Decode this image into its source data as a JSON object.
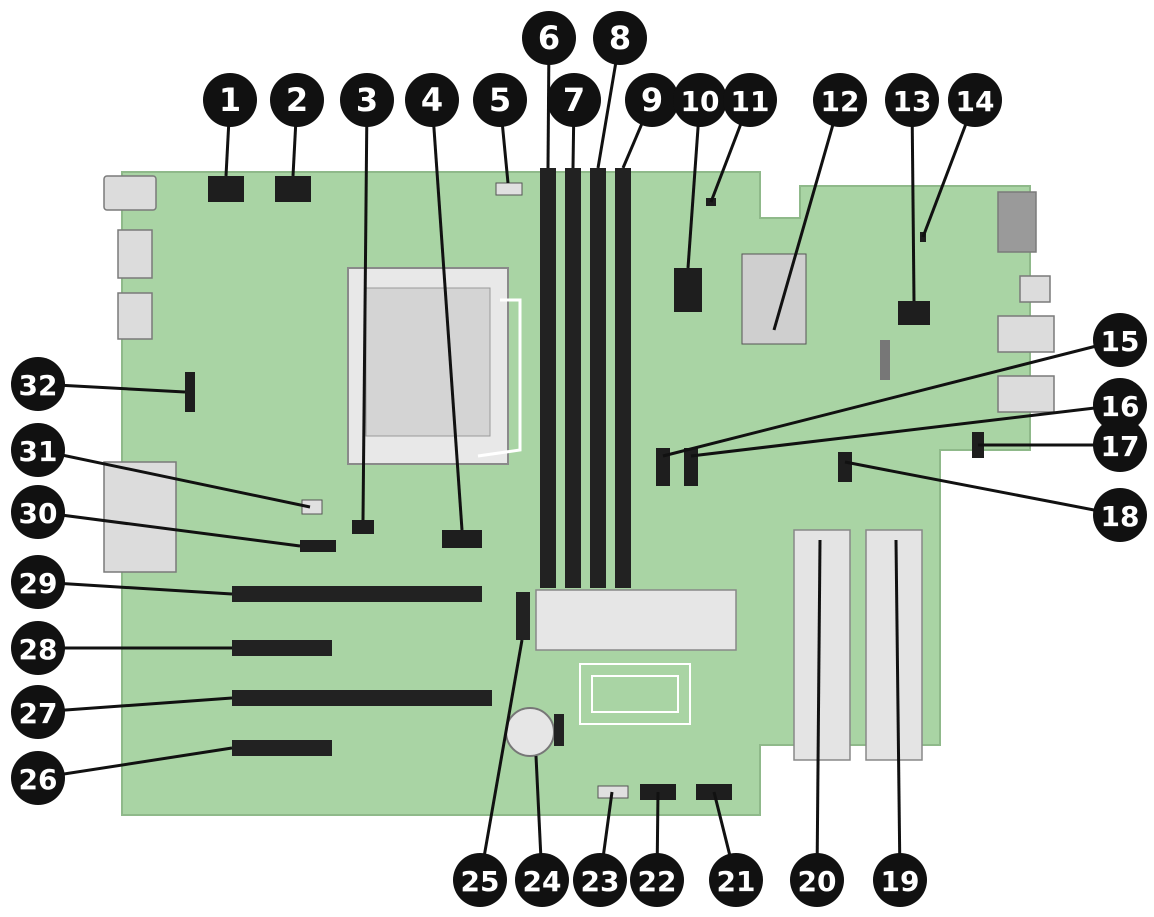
{
  "colors": {
    "board": "#a9d4a4",
    "board_edge": "#8fb98a",
    "component_dark": "#1e1e1e",
    "component_grey": "#cfcfcf",
    "callout_fill": "#111111",
    "callout_text": "#ffffff",
    "leader": "#111111"
  },
  "callouts": [
    "1",
    "2",
    "3",
    "4",
    "5",
    "6",
    "7",
    "8",
    "9",
    "10",
    "11",
    "12",
    "13",
    "14",
    "15",
    "16",
    "17",
    "18",
    "19",
    "20",
    "21",
    "22",
    "23",
    "24",
    "25",
    "26",
    "27",
    "28",
    "29",
    "30",
    "31",
    "32"
  ]
}
